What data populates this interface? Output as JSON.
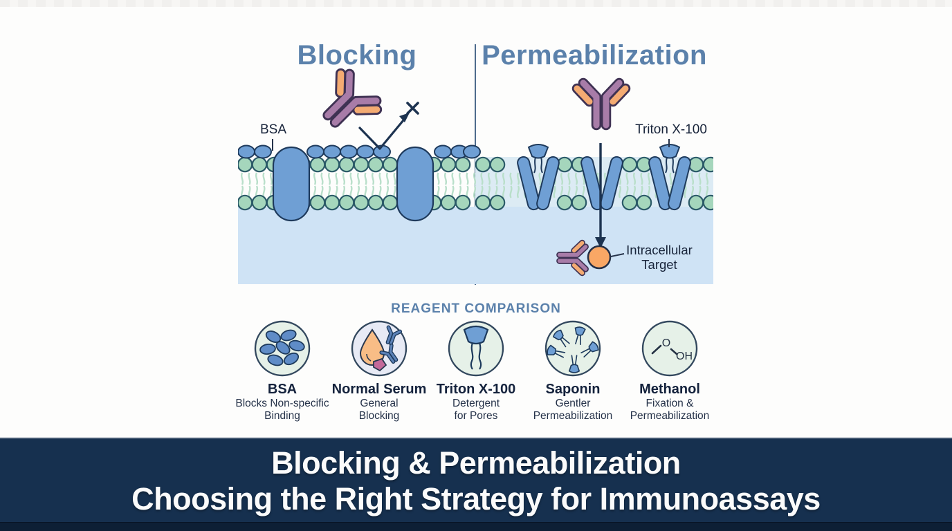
{
  "diagram": {
    "left_header": "Blocking",
    "right_header": "Permeabilization",
    "bsa_label": "BSA",
    "triton_label": "Triton X-100",
    "intracellular_label_line1": "Intracellular",
    "intracellular_label_line2": "Target"
  },
  "reagent_section": {
    "title": "REAGENT COMPARISON",
    "items": [
      {
        "name": "BSA",
        "desc_line1": "Blocks Non-specific",
        "desc_line2": "Binding",
        "icon": "bsa-protein-blobs-icon"
      },
      {
        "name": "Normal Serum",
        "desc_line1": "General",
        "desc_line2": "Blocking",
        "icon": "serum-droplet-antibodies-icon"
      },
      {
        "name": "Triton X-100",
        "desc_line1": "Detergent",
        "desc_line2": "for Pores",
        "icon": "detergent-molecule-icon"
      },
      {
        "name": "Saponin",
        "desc_line1": "Gentler",
        "desc_line2": "Permeabilization",
        "icon": "saponin-molecules-icon"
      },
      {
        "name": "Methanol",
        "desc_line1": "Fixation &",
        "desc_line2": "Permeabilization",
        "icon": "methanol-structure-icon",
        "atom_labels": {
          "o": "O",
          "oh": "OH"
        }
      }
    ]
  },
  "banner": {
    "title_line1": "Blocking & Permeabilization",
    "title_line2": "Choosing the Right Strategy for Immunoassays"
  },
  "colors": {
    "accent_steel_blue": "#5b81ab",
    "banner_navy": "#16304f",
    "banner_edge_navy": "#0d1f35",
    "membrane_blue": "#6f9fd4",
    "membrane_blue_outline": "#1e3a5c",
    "lipid_head_green": "#a5d6bc",
    "lipid_head_outline": "#2b5a68",
    "lipid_tail_green": "#b9dfca",
    "intracellular_blue": "#cfe3f5",
    "permeabilized_backdrop": "#dcebf4",
    "antibody_purple": "#a87ca8",
    "antibody_orange": "#f4ab72",
    "antibody_outline": "#3f3253",
    "target_orange": "#f9a765",
    "arrow_navy": "#1d3350",
    "circle_mint": "#e6f1e8",
    "circle_lavender": "#e7eaf5",
    "serum_droplet_orange": "#f8bd86",
    "serum_antibody_blue": "#5c82b8",
    "serum_blob_pink": "#c4699a",
    "label_navy": "#18243a"
  }
}
